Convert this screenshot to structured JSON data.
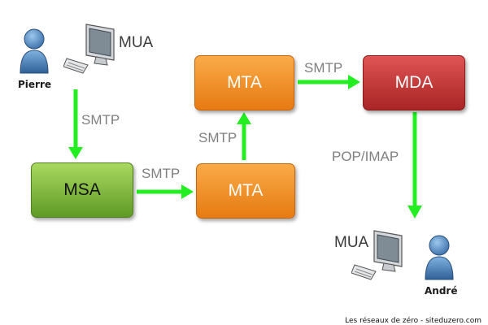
{
  "pierre": {
    "name": "Pierre",
    "mua_label": "MUA"
  },
  "andre": {
    "name": "André",
    "mua_label": "MUA"
  },
  "nodes": {
    "msa": "MSA",
    "mta1": "MTA",
    "mta2": "MTA",
    "mda": "MDA"
  },
  "links": {
    "pierre_to_msa": "SMTP",
    "msa_to_mta1": "SMTP",
    "mta1_to_mta2": "SMTP",
    "mta2_to_mda": "SMTP",
    "mda_to_andre": "POP/IMAP"
  },
  "credit": "Les réseaux de zéro - siteduzero.com",
  "colors": {
    "arrow": "#22ee22",
    "msa": "#7cb83a",
    "mta": "#f08a1e",
    "mda": "#c03030",
    "label": "#7f7f7f"
  }
}
